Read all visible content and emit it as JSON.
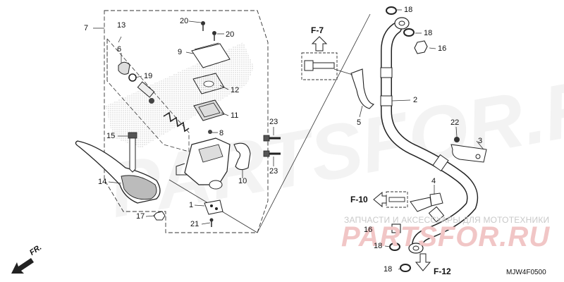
{
  "watermark": {
    "line1": "ЗАПЧАСТИ И АКСЕССУАРЫ ДЛЯ МОТОТЕХНИКИ",
    "line2": "PARTSFOR.RU"
  },
  "diagram_code": "MJW4F0500",
  "direction_marker": "FR.",
  "refs": {
    "f7": "F-7",
    "f10": "F-10",
    "f12": "F-12"
  },
  "callouts": {
    "c1": "1",
    "c2": "2",
    "c3": "3",
    "c4": "4",
    "c5": "5",
    "c6": "6",
    "c7": "7",
    "c8": "8",
    "c9": "9",
    "c10": "10",
    "c11": "11",
    "c12": "12",
    "c13": "13",
    "c14": "14",
    "c15": "15",
    "c16a": "16",
    "c16b": "16",
    "c17": "17",
    "c18a": "18",
    "c18b": "18",
    "c18c": "18",
    "c18d": "18",
    "c19": "19",
    "c20a": "20",
    "c20b": "20",
    "c21": "21",
    "c22": "22",
    "c23a": "23",
    "c23b": "23"
  }
}
